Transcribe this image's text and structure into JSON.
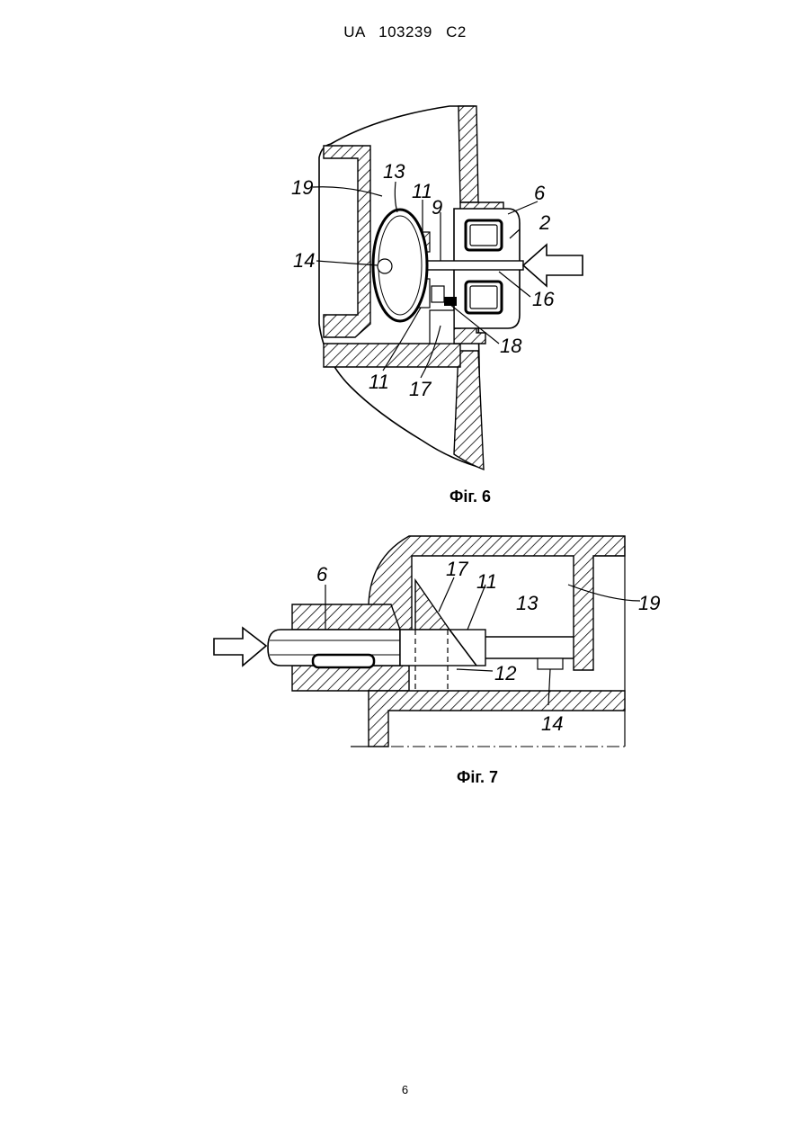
{
  "header": {
    "country": "UA",
    "number": "103239",
    "kind": "C2"
  },
  "figure6": {
    "caption": "Фіг. 6",
    "labels": {
      "l19": "19",
      "l13": "13",
      "l11a": "11",
      "l9": "9",
      "l6": "6",
      "l2": "2",
      "l14": "14",
      "l16": "16",
      "l18": "18",
      "l11b": "11",
      "l17": "17"
    }
  },
  "figure7": {
    "caption": "Фіг. 7",
    "labels": {
      "l6": "6",
      "l17": "17",
      "l11": "11",
      "l13": "13",
      "l19": "19",
      "l12": "12",
      "l14": "14"
    }
  },
  "footer": {
    "page_number": "6"
  }
}
